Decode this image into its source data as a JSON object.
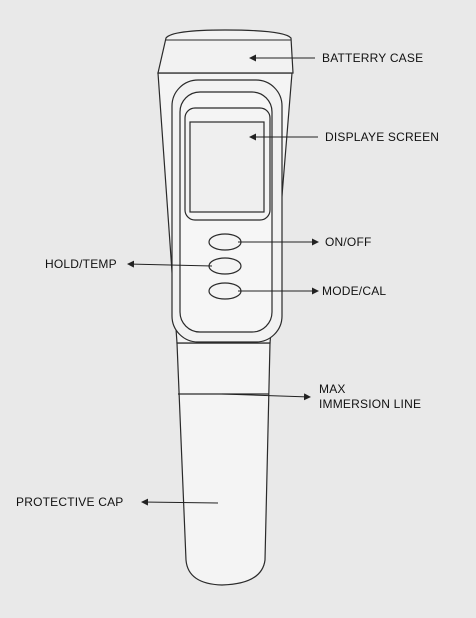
{
  "labels": {
    "battery_case": "BATTERRY CASE",
    "display_screen": "DISPLAYE SCREEN",
    "on_off": "ON/OFF",
    "hold_temp": "HOLD/TEMP",
    "mode_cal": "MODE/CAL",
    "max_immersion_line": "MAX",
    "max_immersion_line_2": "IMMERSION LINE",
    "protective_cap": "PROTECTIVE CAP"
  },
  "colors": {
    "background": "#e9e9e9",
    "outline": "#2a2a2a",
    "device_fill": "#f4f4f4",
    "screen_fill": "#efefef"
  }
}
